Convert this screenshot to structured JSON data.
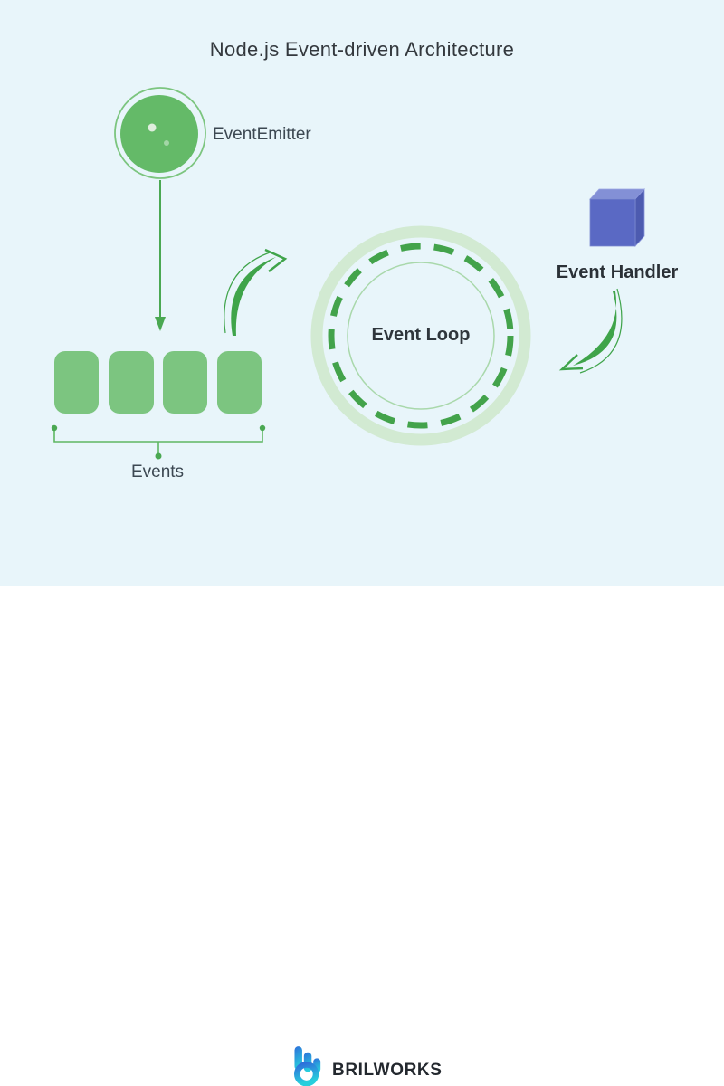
{
  "title": "Node.js Event-driven Architecture",
  "diagram": {
    "event_emitter": {
      "label": "EventEmitter"
    },
    "event_queue": {
      "label": "Events",
      "box_count": 4
    },
    "event_loop": {
      "label": "Event Loop"
    },
    "event_handler": {
      "label": "Event Handler"
    }
  },
  "footer": {
    "brand": "BRILWORKS"
  },
  "colors": {
    "background": "#e8f5fa",
    "green_stroke": "#43a34b",
    "emitter_fill": "#64ba68",
    "queue_box_fill": "#7cc580",
    "loop_pale_ring": "#d2ead2",
    "loop_inner_ring": "#a9d8ab",
    "cube_front": "#5a69c4",
    "cube_top": "#8390d6",
    "cube_side": "#4d5bb0",
    "text_dark": "#33383d",
    "brand_gradient_top": "#2e6fdb",
    "brand_gradient_bottom": "#27cfdc"
  }
}
